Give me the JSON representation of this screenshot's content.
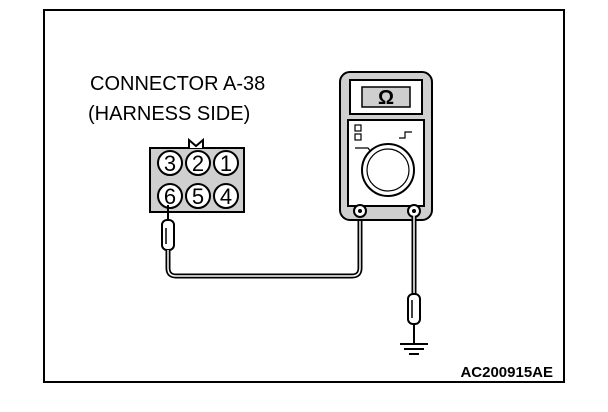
{
  "labels": {
    "connector_name": "CONNECTOR A-38",
    "connector_side": "(HARNESS SIDE)",
    "figure_code": "AC200915AE",
    "ohm_symbol": "Ω"
  },
  "connector": {
    "top_row": [
      "3",
      "2",
      "1"
    ],
    "bottom_row": [
      "6",
      "5",
      "4"
    ]
  },
  "icons": {
    "probe_pin": "6",
    "meter_mode": "ohm-icon",
    "ground": "ground-icon"
  }
}
